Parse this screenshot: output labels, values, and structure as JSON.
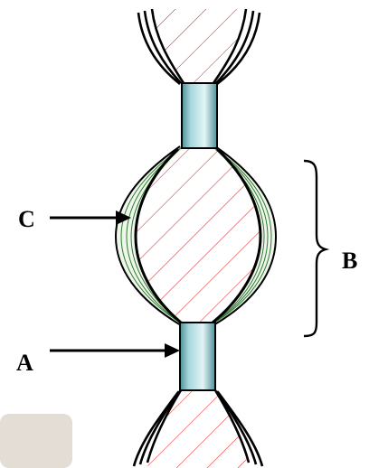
{
  "labels": {
    "a": "A",
    "b": "B",
    "c": "C"
  },
  "colors": {
    "outline": "#000000",
    "hatch": "#e02020",
    "capsule_fill": "#a7d7dc",
    "capsule_shadow": "#4e8f96",
    "capsule_highlight": "#e2f4f6",
    "layer_green": "#2f7a2f",
    "layer_fill": "#eef6ec",
    "corner_smudge": "#e4ddd6"
  },
  "icons": {
    "arrow_a": "arrow-right-icon",
    "arrow_c": "arrow-right-icon",
    "brace_b": "right-curly-brace-icon"
  }
}
